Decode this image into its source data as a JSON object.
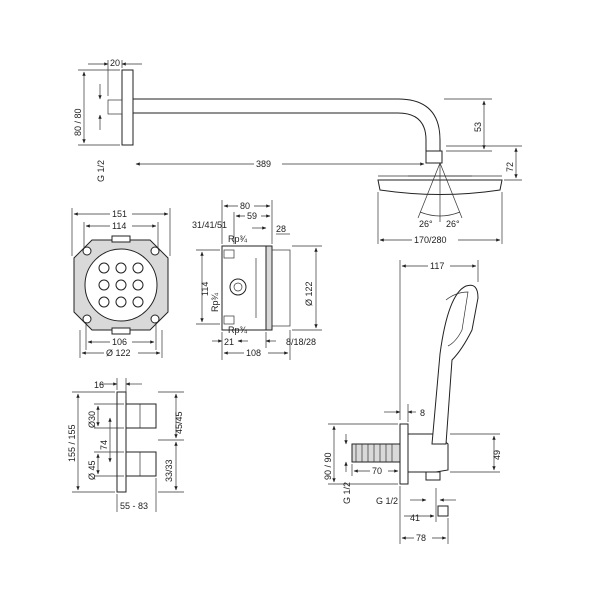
{
  "dims": {
    "wall_arm_depth": "20",
    "wall_flange_height": "80 / 80",
    "wall_thread": "G 1/2",
    "arm_length": "389",
    "arm_drop": "53",
    "head_height": "72",
    "spray_angle_left": "26°",
    "spray_angle_right": "26°",
    "head_diameter": "170/280",
    "box_outer": "151",
    "box_inner": "114",
    "box_bottom": "106",
    "box_diameter": "Ø 122",
    "side_depth_80": "80",
    "side_depth_59": "59",
    "side_offsets": "31/41/51",
    "side_28": "28",
    "rp_top": "Rp¾",
    "rp_mid": "Rp¾",
    "rp_bottom": "Rp¾",
    "side_114": "114",
    "side_diameter": "Ø 122",
    "side_21": "21",
    "side_108": "108",
    "side_range": "8/18/28",
    "trim_16": "16",
    "trim_height": "155 / 155",
    "trim_d30": "Ø30",
    "trim_74": "74",
    "trim_d45": "Ø 45",
    "trim_45_45": "45/45",
    "trim_33_33": "33/33",
    "trim_depth": "55 - 83",
    "hand_117": "117",
    "hand_8": "8",
    "hand_flange": "90 / 90",
    "hand_49": "49",
    "hand_70": "70",
    "hand_thread_left": "G 1/2",
    "hand_thread_bottom": "G 1/2",
    "hand_41": "41",
    "hand_78": "78"
  }
}
